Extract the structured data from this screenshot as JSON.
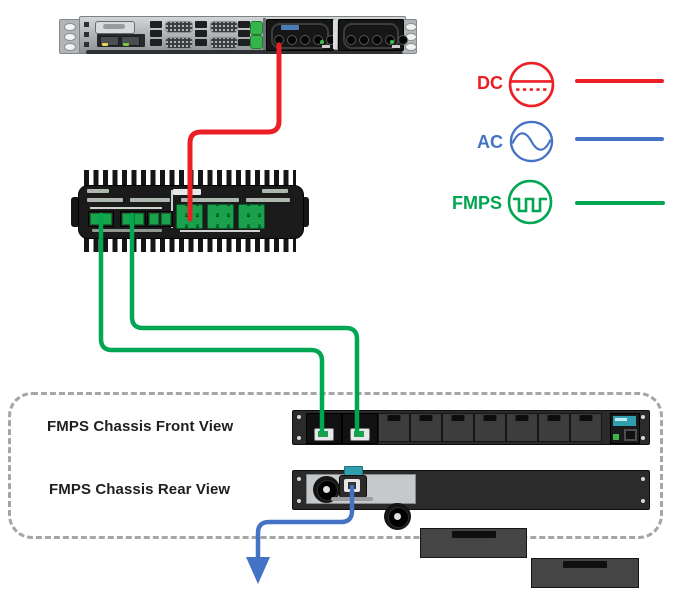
{
  "diagram": {
    "legend": {
      "items": [
        {
          "id": "dc",
          "label": "DC",
          "color": "#EC2024",
          "symbol": "dc-source-icon",
          "line_style": "solid"
        },
        {
          "id": "ac",
          "label": "AC",
          "color": "#4472C4",
          "symbol": "ac-source-icon",
          "line_style": "solid"
        },
        {
          "id": "fmps",
          "label": "FMPS",
          "color": "#00A651",
          "symbol": "fmps-source-icon",
          "line_style": "solid"
        }
      ]
    },
    "nodes": [
      {
        "id": "rack-router",
        "description": "1U rack-mount router with dual power supply modules"
      },
      {
        "id": "dc-converter",
        "description": "Finned industrial power converter with green terminal blocks"
      },
      {
        "id": "fmps-chassis-front",
        "label": "FMPS Chassis Front View"
      },
      {
        "id": "fmps-chassis-rear",
        "label": "FMPS Chassis Rear View"
      }
    ],
    "connections": [
      {
        "type": "DC",
        "color": "#EC2024",
        "from": "rack-router-psu-1",
        "to": "dc-converter-input",
        "arrow": false
      },
      {
        "type": "FMPS",
        "color": "#00A651",
        "from": "dc-converter-output-1",
        "to": "fmps-chassis-front-module-1",
        "arrow": false
      },
      {
        "type": "FMPS",
        "color": "#00A651",
        "from": "dc-converter-output-2",
        "to": "fmps-chassis-front-module-2",
        "arrow": false
      },
      {
        "type": "AC",
        "color": "#4472C4",
        "from": "fmps-chassis-rear-power-inlet",
        "to": "ac-source",
        "arrow": true
      }
    ]
  }
}
